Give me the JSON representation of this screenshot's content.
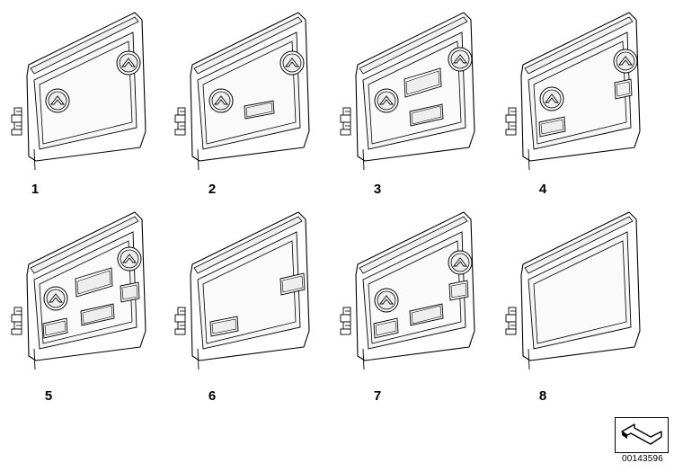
{
  "parts": [
    {
      "number": "1",
      "openings": "two round knobs"
    },
    {
      "number": "2",
      "openings": "two round knobs, one rectangular slot"
    },
    {
      "number": "3",
      "openings": "two round knobs, two rectangular slots"
    },
    {
      "number": "4",
      "openings": "two round knobs, two rectangular slots"
    },
    {
      "number": "5",
      "openings": "two round knobs, four rectangular slots"
    },
    {
      "number": "6",
      "openings": "two rectangular slots"
    },
    {
      "number": "7",
      "openings": "two round knobs, three rectangular slots"
    },
    {
      "number": "8",
      "openings": "none"
    }
  ],
  "reference_number": "00143596",
  "logo_icon": "folded-arrow-icon",
  "colors": {
    "line": "#000000",
    "face": "#f2f2f2",
    "background": "#ffffff"
  }
}
